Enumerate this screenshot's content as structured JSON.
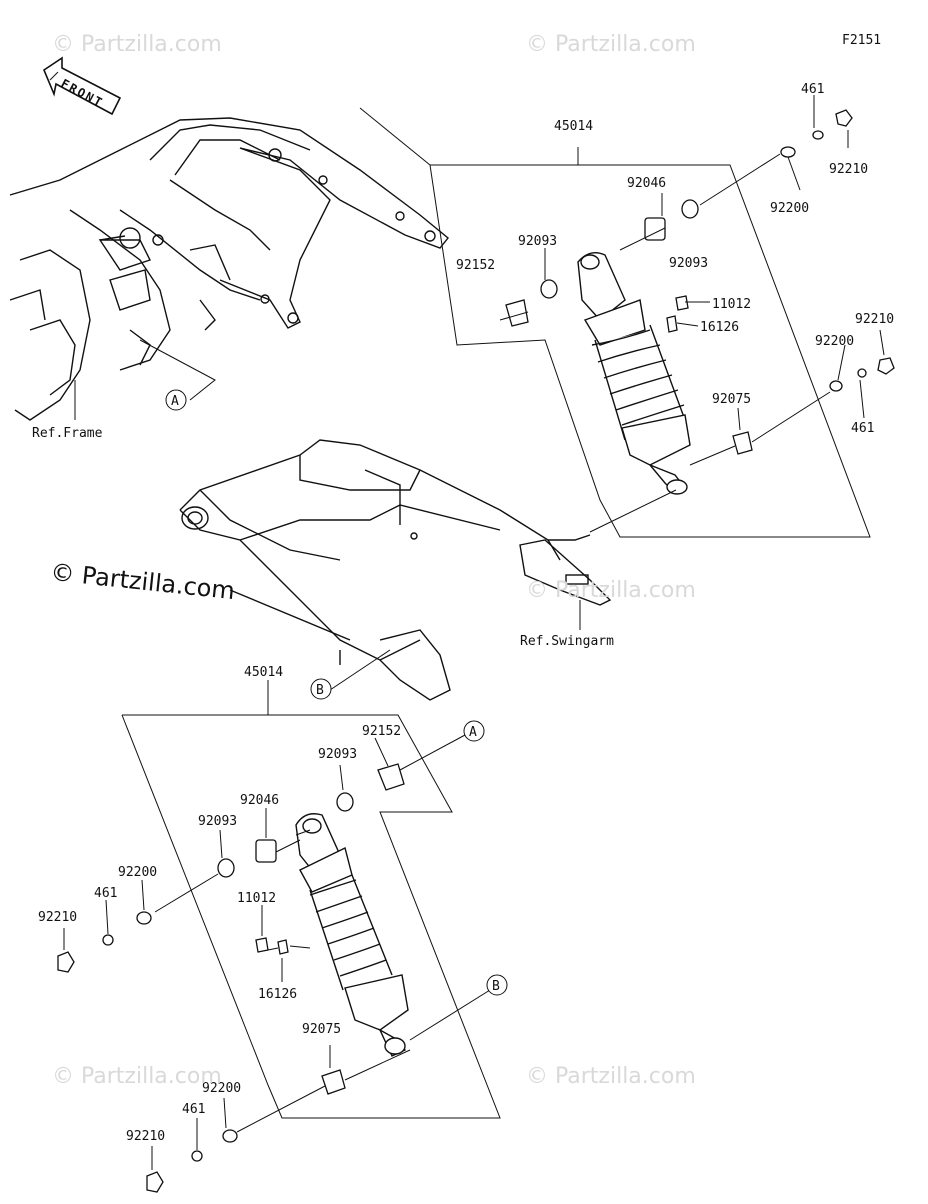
{
  "figure_code": "F2151",
  "front_label": "FRONT",
  "watermark": "© Partzilla.com",
  "refs": {
    "frame": "Ref.Frame",
    "swingarm": "Ref.Swingarm"
  },
  "callouts": {
    "a": "A",
    "b": "B"
  },
  "upper_assembly": {
    "assy": "45014",
    "parts": {
      "p461_top": "461",
      "p92210_top": "92210",
      "p92200_top": "92200",
      "p92046": "92046",
      "p92093_l": "92093",
      "p92093_r": "92093",
      "p92152": "92152",
      "p11012": "11012",
      "p16126": "16126",
      "p92210_mid": "92210",
      "p92200_mid": "92200",
      "p92075": "92075",
      "p461_mid": "461"
    }
  },
  "lower_assembly": {
    "assy": "45014",
    "parts": {
      "p92152": "92152",
      "p92093_t": "92093",
      "p92046": "92046",
      "p92093_m": "92093",
      "p92200_a": "92200",
      "p461_a": "461",
      "p92210_a": "92210",
      "p11012": "11012",
      "p16126": "16126",
      "p92075": "92075",
      "p92200_b": "92200",
      "p461_b": "461",
      "p92210_b": "92210"
    }
  }
}
